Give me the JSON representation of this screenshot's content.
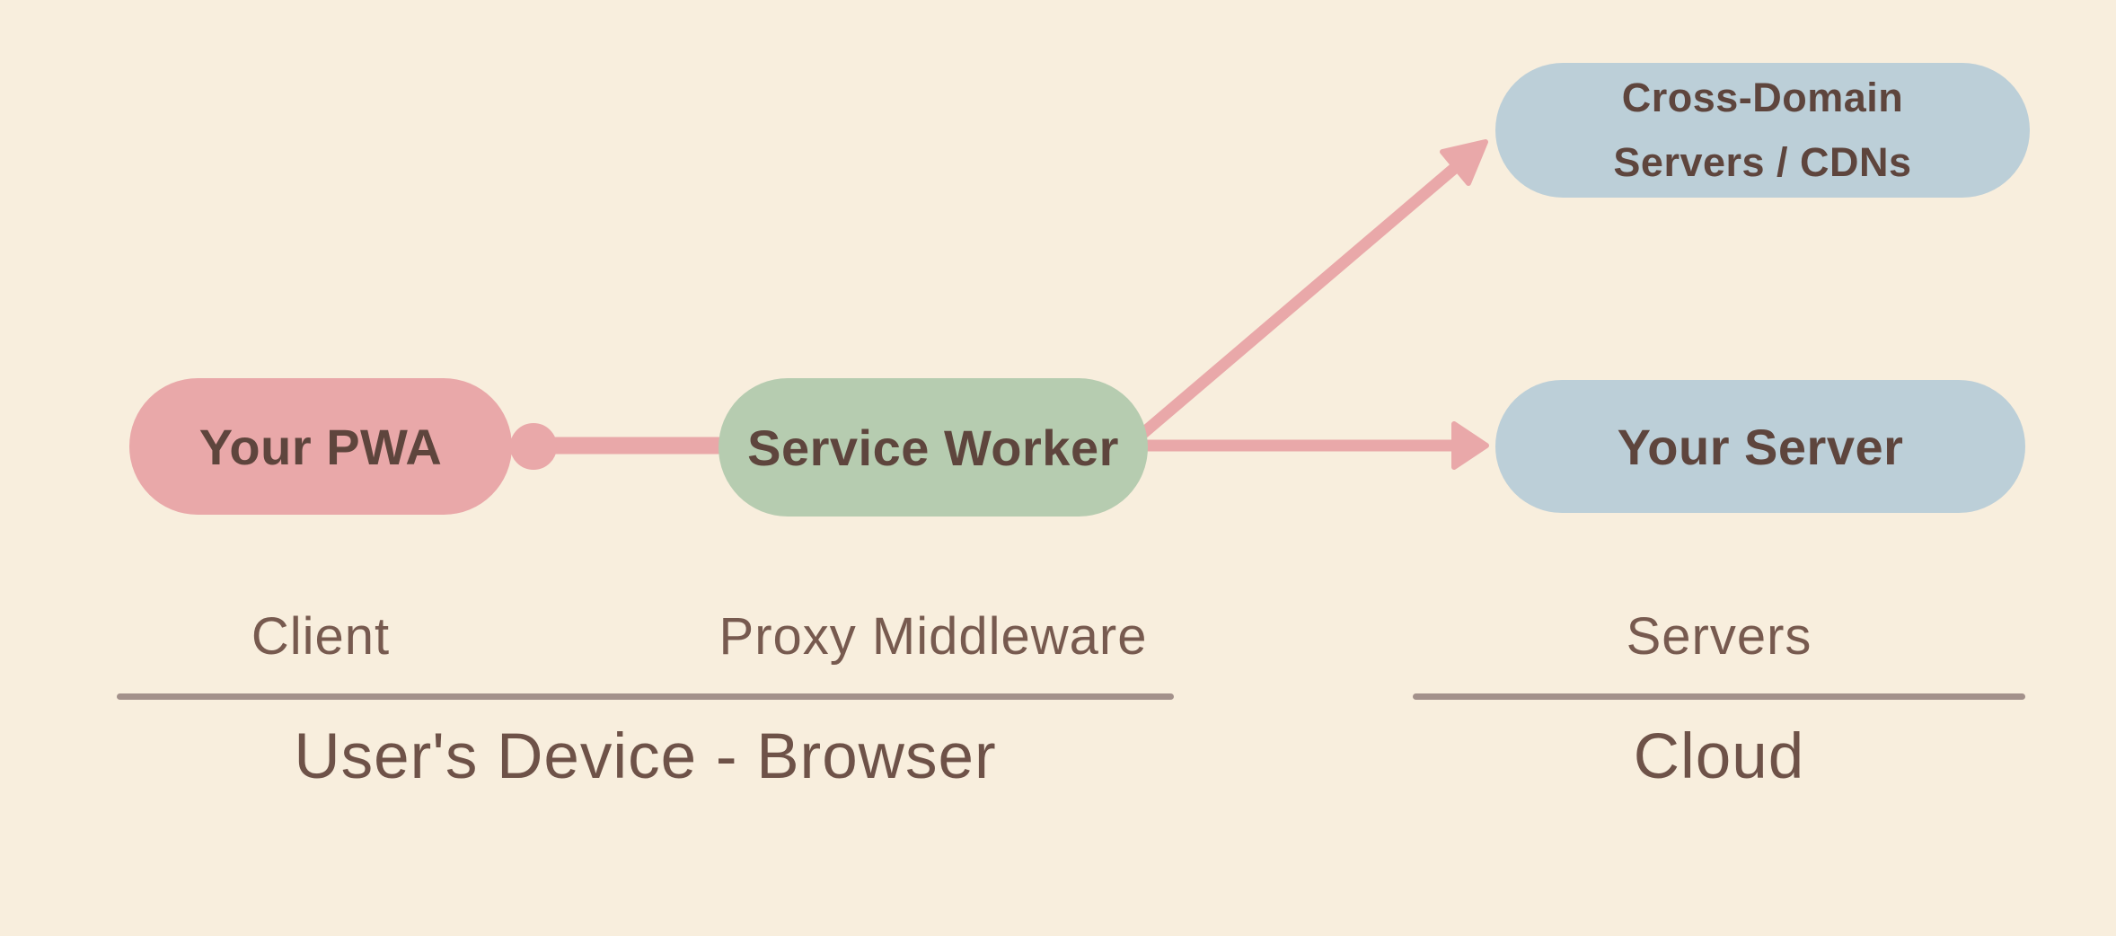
{
  "colors": {
    "bg": "#f8eedd",
    "pink": "#e9a8a9",
    "green": "#b6ccb0",
    "blue": "#bccfd8",
    "node_text": "#5e453d",
    "role_label": "#775a4f",
    "group_label": "#6e5248",
    "divider": "#a3918b"
  },
  "nodes": {
    "your_pwa": {
      "label": "Your PWA"
    },
    "service_worker": {
      "label": "Service Worker"
    },
    "cross_domain": {
      "label_line1": "Cross-Domain",
      "label_line2": "Servers / CDNs"
    },
    "your_server": {
      "label": "Your Server"
    }
  },
  "role_labels": {
    "client": "Client",
    "proxy": "Proxy Middleware",
    "servers": "Servers"
  },
  "group_labels": {
    "device": "User's Device - Browser",
    "cloud": "Cloud"
  },
  "edges": [
    {
      "from": "your_pwa",
      "to": "service_worker",
      "style": "dot-line"
    },
    {
      "from": "service_worker",
      "to": "cross_domain",
      "style": "arrow"
    },
    {
      "from": "service_worker",
      "to": "your_server",
      "style": "arrow"
    }
  ]
}
